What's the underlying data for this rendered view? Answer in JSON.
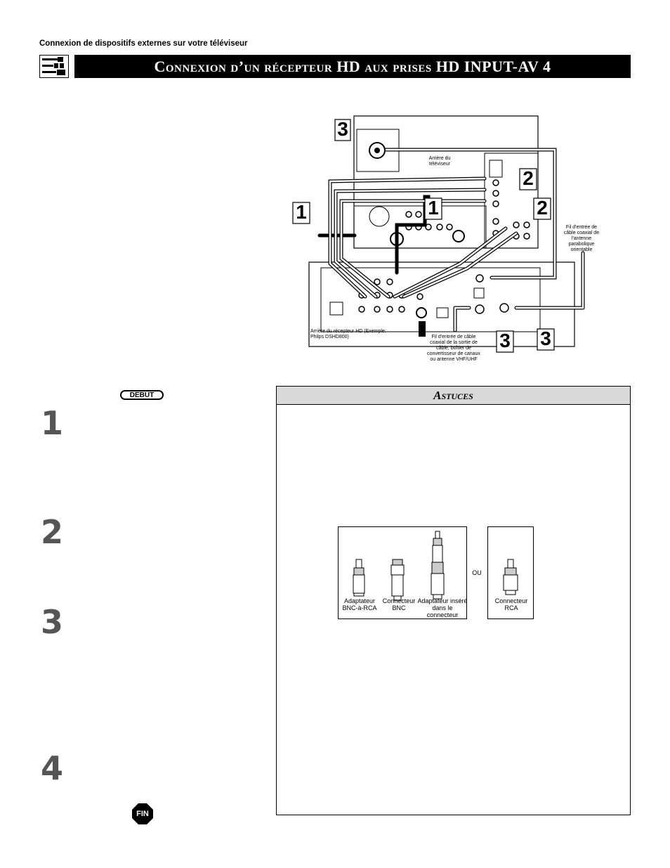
{
  "header": {
    "section_label": "Connexion de dispositifs externes sur votre téléviseur",
    "title": "Connexion d’un récepteur HD aux prises HD INPUT-AV 4"
  },
  "diagram": {
    "tv_back_label": "Arrière du téléviseur",
    "receiver_label": "Arrière du récepteur HD (Exemple: Philps DSHD800)",
    "dish_label": "Fil d'entrée de câble coaxial de l'antenne parabolique orientable",
    "cable_label": "Fil d'entrée de câble coaxial de la sortie de câble, boîtier de convertisseur de canaux ou antenne VHF/UHF",
    "callouts": [
      "3",
      "2",
      "1",
      "1",
      "2",
      "3",
      "3"
    ]
  },
  "steps": {
    "start_badge": "DEBUT",
    "end_badge": "FIN",
    "numbers": [
      "1",
      "2",
      "3",
      "4"
    ]
  },
  "tips": {
    "heading": "Astuces",
    "adapter_bnc_rca": "Adaptateur BNC-à-RCA",
    "connector_bnc": "Connecteur BNC",
    "adapter_inserted": "Adaptateur inséré dans le connecteur",
    "or_label": "OU",
    "connector_rca": "Connecteur RCA"
  }
}
